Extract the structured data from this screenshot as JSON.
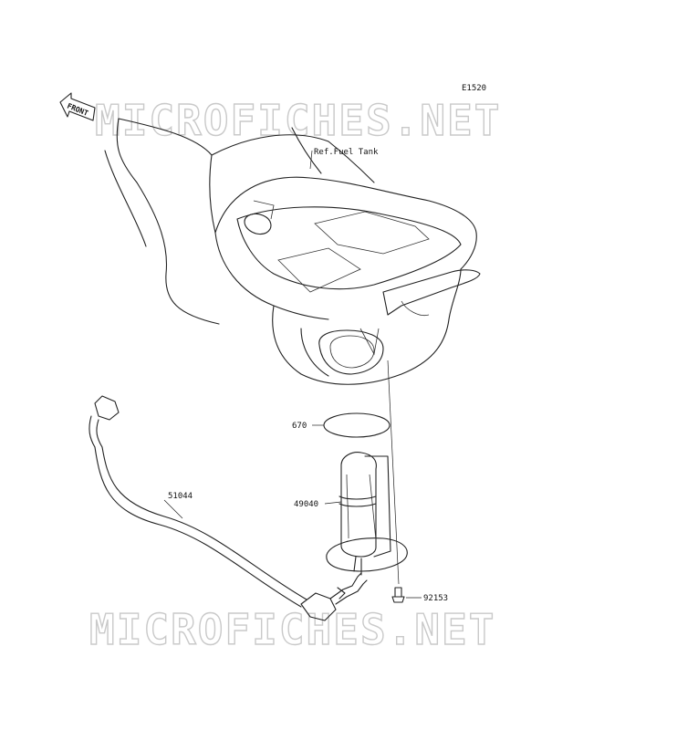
{
  "diagram_code": "E1520",
  "watermark_text": "MICROFICHES.NET",
  "front_arrow_label": "FRONT",
  "callouts": {
    "ref_tank": "Ref.Fuel Tank",
    "oring": "670",
    "hose": "51044",
    "pump": "49040",
    "bolt": "92153"
  }
}
